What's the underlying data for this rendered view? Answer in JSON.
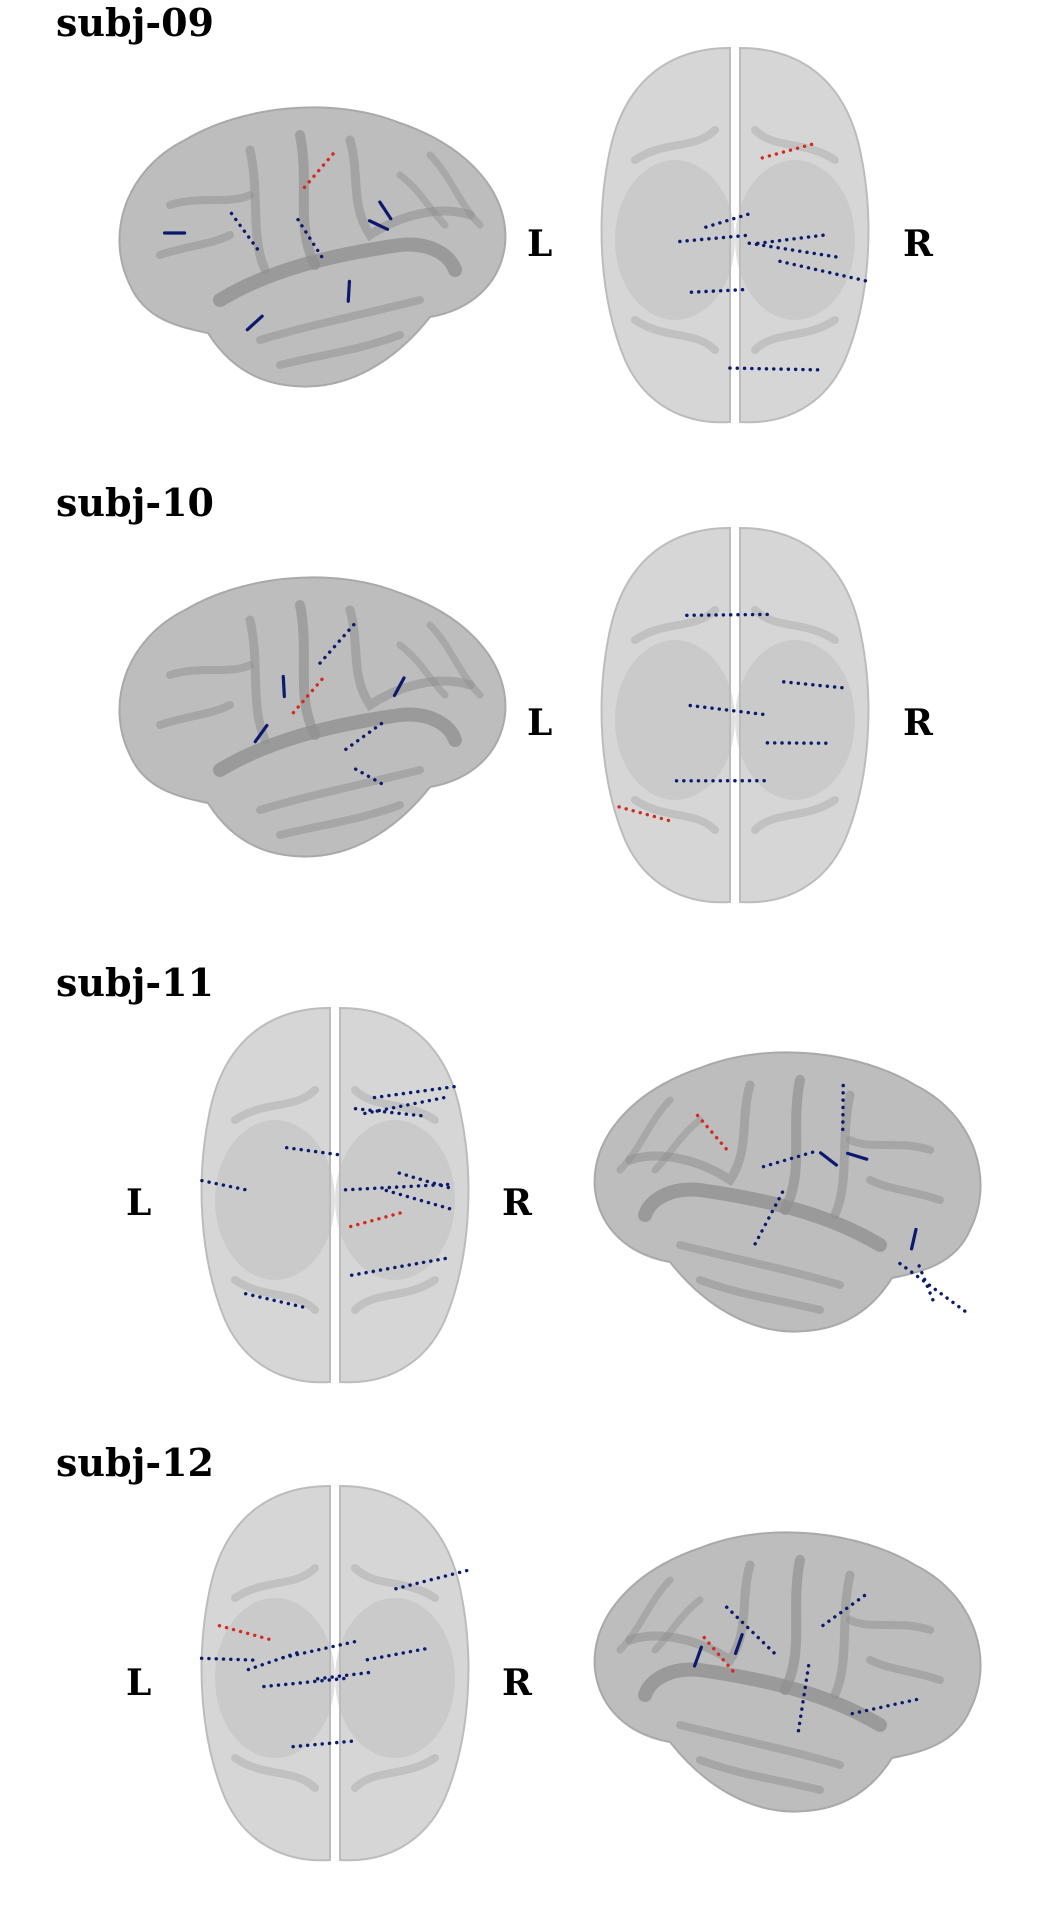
{
  "colors": {
    "brain_fill": "#bdbdbd",
    "brain_sulcus": "#8f8f8f",
    "brain_axial": "#d6d6d6",
    "electrode_normal": "#0b1a6e",
    "electrode_highlight": "#d42a1e"
  },
  "panels": [
    {
      "subject": "subj-09",
      "views": [
        "lateral-left",
        "axial"
      ],
      "hemisphere_labels": {
        "left": "L",
        "right": "R"
      }
    },
    {
      "subject": "subj-10",
      "views": [
        "lateral-left",
        "axial"
      ],
      "hemisphere_labels": {
        "left": "L",
        "right": "R"
      }
    },
    {
      "subject": "subj-11",
      "views": [
        "axial",
        "lateral-right"
      ],
      "hemisphere_labels": {
        "left": "L",
        "right": "R"
      }
    },
    {
      "subject": "subj-12",
      "views": [
        "axial",
        "lateral-right"
      ],
      "hemisphere_labels": {
        "left": "L",
        "right": "R"
      }
    }
  ]
}
